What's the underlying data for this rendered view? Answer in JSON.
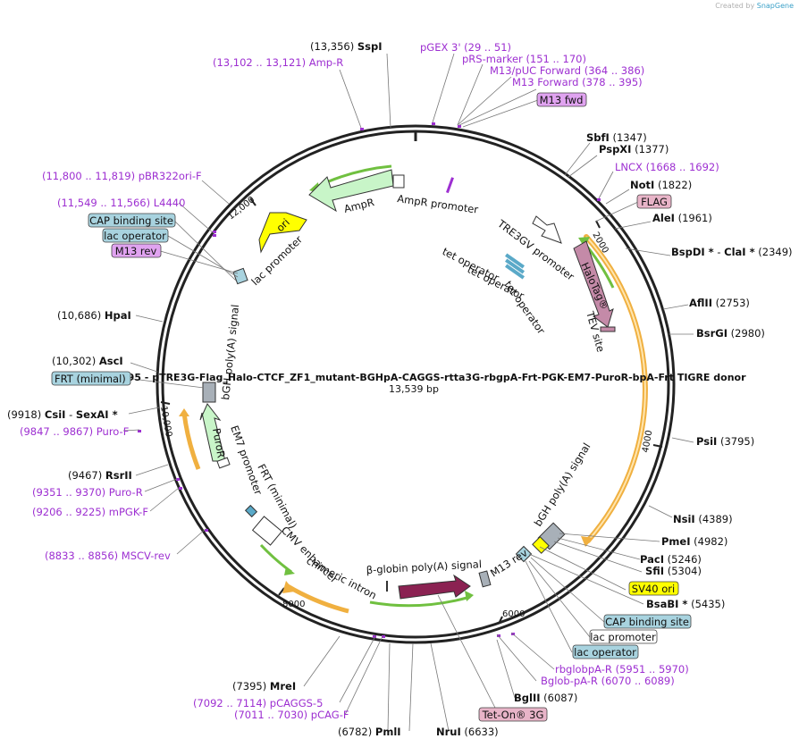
{
  "credit": {
    "prefix": "Created by",
    "brand": "SnapGene"
  },
  "plasmid": {
    "name": "KL095 - pTRE3G-Flag_Halo-CTCF_ZF1_mutant-BGHpA-CAGGS-rtta3G-rbgpA-Frt-PGK-EM7-PuroR-bpA-Frt TIGRE donor",
    "length": "13,539 bp"
  },
  "ticks": [
    {
      "label": "2000"
    },
    {
      "label": "4000"
    },
    {
      "label": "6000"
    },
    {
      "label": "8000"
    },
    {
      "label": "10,000"
    },
    {
      "label": "12,000"
    }
  ],
  "sites": [
    {
      "name": "SspI",
      "pos": "(13,356)"
    },
    {
      "name": "SbfI",
      "pos": "(1347)"
    },
    {
      "name": "PspXI",
      "pos": "(1377)"
    },
    {
      "name": "NotI",
      "pos": "(1822)"
    },
    {
      "name": "AleI",
      "pos": "(1961)"
    },
    {
      "name": "BspDI *",
      "pos": "(2349)",
      "sep": "-",
      "name2": "ClaI *"
    },
    {
      "name": "AflII",
      "pos": "(2753)"
    },
    {
      "name": "BsrGI",
      "pos": "(2980)"
    },
    {
      "name": "PsiI",
      "pos": "(3795)"
    },
    {
      "name": "NsiI",
      "pos": "(4389)"
    },
    {
      "name": "PmeI",
      "pos": "(4982)"
    },
    {
      "name": "PacI",
      "pos": "(5246)"
    },
    {
      "name": "SfiI",
      "pos": "(5304)"
    },
    {
      "name": "BsaBI *",
      "pos": "(5435)"
    },
    {
      "name": "BglII",
      "pos": "(6087)"
    },
    {
      "name": "NruI",
      "pos": "(6633)"
    },
    {
      "name": "PmlI",
      "pos": "(6782)"
    },
    {
      "name": "MreI",
      "pos": "(7395)"
    },
    {
      "name": "RsrII",
      "pos": "(9467)"
    },
    {
      "name": "CsiI",
      "pos": "(9918)",
      "sep": "-",
      "name2": "SexAI *"
    },
    {
      "name": "AscI",
      "pos": "(10,302)"
    },
    {
      "name": "HpaI",
      "pos": "(10,686)"
    }
  ],
  "primers": [
    {
      "name": "pGEX 3'",
      "pos": "(29 .. 51)"
    },
    {
      "name": "pRS-marker",
      "pos": "(151 .. 170)"
    },
    {
      "name": "M13/pUC Forward",
      "pos": "(364 .. 386)"
    },
    {
      "name": "M13 Forward",
      "pos": "(378 .. 395)"
    },
    {
      "name": "Amp-R",
      "pos": "(13,102 .. 13,121)"
    },
    {
      "name": "LNCX",
      "pos": "(1668 .. 1692)"
    },
    {
      "name": "pBR322ori-F",
      "pos": "(11,800 .. 11,819)"
    },
    {
      "name": "L4440",
      "pos": "(11,549 .. 11,566)"
    },
    {
      "name": "Puro-F",
      "pos": "(9847 .. 9867)"
    },
    {
      "name": "Puro-R",
      "pos": "(9351 .. 9370)"
    },
    {
      "name": "mPGK-F",
      "pos": "(9206 .. 9225)"
    },
    {
      "name": "MSCV-rev",
      "pos": "(8833 .. 8856)"
    },
    {
      "name": "pCAGGS-5",
      "pos": "(7092 .. 7114)"
    },
    {
      "name": "pCAG-F",
      "pos": "(7011 .. 7030)"
    },
    {
      "name": "rbglobpA-R",
      "pos": "(5951 .. 5970)"
    },
    {
      "name": "Bglob-pA-R",
      "pos": "(6070 .. 6089)"
    }
  ],
  "boxed_features": [
    {
      "name": "M13 fwd",
      "color": "#e0a3f0"
    },
    {
      "name": "FLAG",
      "color": "#e8b4c8"
    },
    {
      "name": "CAP binding site",
      "color": "#a8d3df"
    },
    {
      "name": "lac operator",
      "color": "#a8d3df"
    },
    {
      "name": "M13 rev",
      "color": "#e0a3f0"
    },
    {
      "name": "FRT (minimal)",
      "color": "#a8d3df"
    },
    {
      "name": "SV40 ori",
      "color": "#ffff00"
    },
    {
      "name": "CAP binding site",
      "color": "#a8d3df"
    },
    {
      "name": "lac promoter",
      "color": "#ffffff"
    },
    {
      "name": "lac operator",
      "color": "#a8d3df"
    },
    {
      "name": "Tet-On® 3G",
      "color": "#e8b4c8"
    }
  ],
  "features": {
    "ampr": "AmpR",
    "ampr_promoter": "AmpR promoter",
    "ori": "ori",
    "lac_promoter": "lac promoter",
    "tre3gv": "TRE3GV promoter",
    "tet_op1": "tet operator",
    "tet_op2": "tet operator",
    "tet_op3": "tet operator",
    "halotag": "HaloTag®",
    "tev": "TEV site",
    "bgh1": "bGH poly(A) signal",
    "bgh2": "bGH poly(A) signal",
    "puror": "PuroR",
    "em7": "EM7 promoter",
    "frt": "FRT (minimal)",
    "cmv": "CMV enhancer",
    "intron": "chimeric intron",
    "bglobin": "β-globin poly(A) signal",
    "m13rev": "M13 rev"
  },
  "colors": {
    "primer": "#9d2fd1",
    "ampr": "#c8f5c8",
    "ori": "#ffff00",
    "halotag": "#c48aa8",
    "bglobin": "#8b2252",
    "orf_arc": "#f0b040",
    "green_arc": "#70c040",
    "puror": "#c8f5c8"
  }
}
